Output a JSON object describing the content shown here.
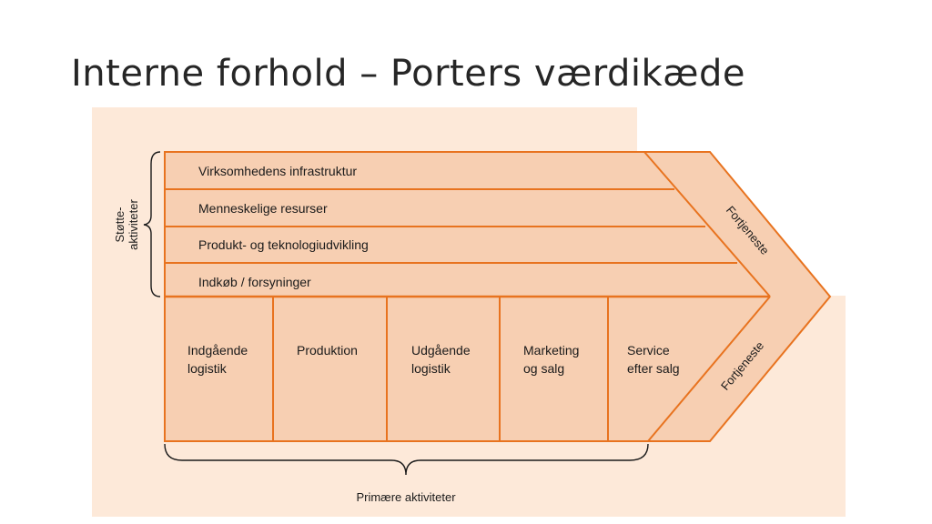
{
  "slide": {
    "title": "Interne forhold – Porters værdikæde"
  },
  "diagram": {
    "support_group_label_line1": "Støtte-",
    "support_group_label_line2": "aktiviteter",
    "support_activities": [
      "Virksomhedens infrastruktur",
      "Menneskelige resurser",
      "Produkt- og teknologiudvikling",
      "Indkøb / forsyninger"
    ],
    "primary_activities": [
      {
        "line1": "Indgående",
        "line2": "logistik"
      },
      {
        "line1": "Produktion",
        "line2": ""
      },
      {
        "line1": "Udgående",
        "line2": "logistik"
      },
      {
        "line1": "Marketing",
        "line2": "og salg"
      },
      {
        "line1": "Service",
        "line2": "efter salg"
      }
    ],
    "margin_label_top": "Fortjeneste",
    "margin_label_bottom": "Fortjeneste",
    "primary_group_label": "Primære aktiviteter",
    "colors": {
      "stroke": "#e8731f",
      "fill": "#f7cfb2",
      "panel": "#fde9d9",
      "white": "#ffffff"
    }
  }
}
